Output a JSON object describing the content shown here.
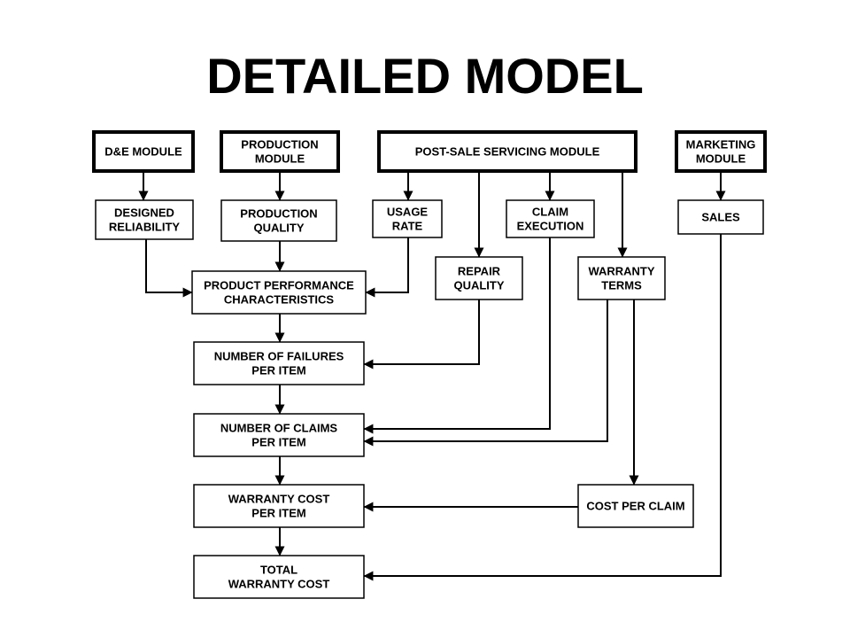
{
  "title": "DETAILED MODEL",
  "modules": {
    "de": [
      "D&E MODULE"
    ],
    "production": [
      "PRODUCTION",
      "MODULE"
    ],
    "post_sale": [
      "POST-SALE SERVICING MODULE"
    ],
    "marketing": [
      "MARKETING",
      "MODULE"
    ]
  },
  "nodes": {
    "designed_reliability": [
      "DESIGNED",
      "RELIABILITY"
    ],
    "production_quality": [
      "PRODUCTION",
      "QUALITY"
    ],
    "usage_rate": [
      "USAGE",
      "RATE"
    ],
    "claim_execution": [
      "CLAIM",
      "EXECUTION"
    ],
    "sales": [
      "SALES"
    ],
    "product_performance": [
      "PRODUCT PERFORMANCE",
      "CHARACTERISTICS"
    ],
    "repair_quality": [
      "REPAIR",
      "QUALITY"
    ],
    "warranty_terms": [
      "WARRANTY",
      "TERMS"
    ],
    "failures_per_item": [
      "NUMBER OF FAILURES",
      "PER ITEM"
    ],
    "claims_per_item": [
      "NUMBER OF CLAIMS",
      "PER ITEM"
    ],
    "warranty_cost_per_item": [
      "WARRANTY COST",
      "PER ITEM"
    ],
    "cost_per_claim": [
      "COST PER CLAIM"
    ],
    "total_warranty_cost": [
      "TOTAL",
      "WARRANTY COST"
    ]
  },
  "edges": [
    {
      "from": "de",
      "to": "designed_reliability"
    },
    {
      "from": "production",
      "to": "production_quality"
    },
    {
      "from": "post_sale",
      "to": "usage_rate"
    },
    {
      "from": "post_sale",
      "to": "repair_quality"
    },
    {
      "from": "post_sale",
      "to": "claim_execution"
    },
    {
      "from": "post_sale",
      "to": "warranty_terms"
    },
    {
      "from": "marketing",
      "to": "sales"
    },
    {
      "from": "designed_reliability",
      "to": "product_performance"
    },
    {
      "from": "production_quality",
      "to": "product_performance"
    },
    {
      "from": "usage_rate",
      "to": "product_performance"
    },
    {
      "from": "product_performance",
      "to": "failures_per_item"
    },
    {
      "from": "repair_quality",
      "to": "failures_per_item"
    },
    {
      "from": "failures_per_item",
      "to": "claims_per_item"
    },
    {
      "from": "claim_execution",
      "to": "claims_per_item"
    },
    {
      "from": "warranty_terms",
      "to": "claims_per_item"
    },
    {
      "from": "warranty_terms",
      "to": "cost_per_claim"
    },
    {
      "from": "claims_per_item",
      "to": "warranty_cost_per_item"
    },
    {
      "from": "cost_per_claim",
      "to": "warranty_cost_per_item"
    },
    {
      "from": "warranty_cost_per_item",
      "to": "total_warranty_cost"
    },
    {
      "from": "sales",
      "to": "total_warranty_cost"
    }
  ]
}
